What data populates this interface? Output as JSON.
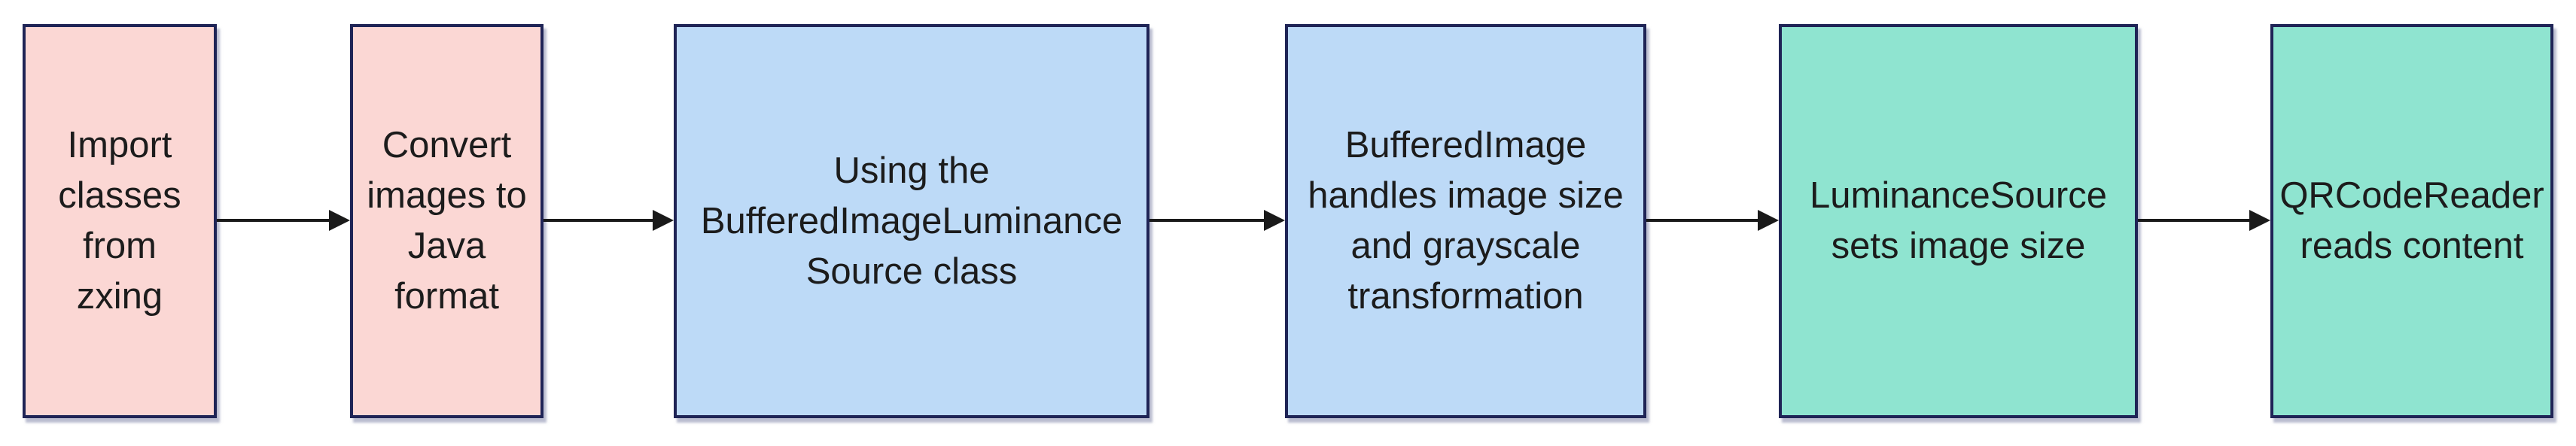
{
  "diagram": {
    "background": "#FFFFFF",
    "border_color": "#1F2456",
    "arrow_color": "#1A1A1A",
    "text_color": "#1C1C1C",
    "fill_colors": {
      "pink": "#FBD7D4",
      "blue": "#BDDAF7",
      "teal": "#8FE4D0"
    },
    "steps": [
      {
        "label": "Import\nclasses\nfrom\nzxing",
        "fill": "#FBD7D4"
      },
      {
        "label": "Convert\nimages to\nJava\nformat",
        "fill": "#FBD7D4"
      },
      {
        "label": "Using the\nBufferedImageLuminance\nSource class",
        "fill": "#BDDAF7"
      },
      {
        "label": "BufferedImage\nhandles image size\nand grayscale\ntransformation",
        "fill": "#BDDAF7"
      },
      {
        "label": "LuminanceSource\nsets image size",
        "fill": "#8FE4D0"
      },
      {
        "label": "QRCodeReader\nreads content",
        "fill": "#8FE4D0"
      }
    ],
    "arrows": [
      {
        "from": 0,
        "to": 1
      },
      {
        "from": 1,
        "to": 2
      },
      {
        "from": 2,
        "to": 3
      },
      {
        "from": 3,
        "to": 4
      },
      {
        "from": 4,
        "to": 5
      }
    ]
  }
}
